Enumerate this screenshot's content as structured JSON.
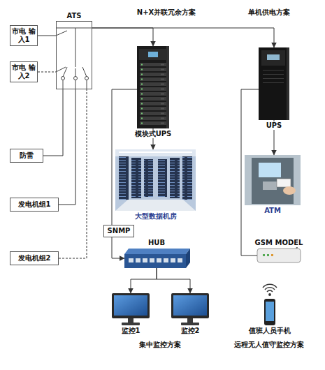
{
  "diagram": {
    "nodes": [
      {
        "text": [
          "ATS"
        ]
      },
      {
        "text": [
          "市电 输入1"
        ]
      },
      {
        "text": [
          "市电 输入2"
        ]
      },
      {
        "text": [
          "防雷"
        ]
      },
      {
        "text": [
          "发电机组1"
        ]
      },
      {
        "text": [
          "发电机组2"
        ]
      },
      {
        "text": [
          "模块式UPS"
        ]
      },
      {
        "text": [
          "UPS"
        ]
      },
      {
        "text": [
          "大型数据机房"
        ]
      },
      {
        "text": [
          "ATM"
        ]
      },
      {
        "text": [
          "SNMP"
        ]
      },
      {
        "text": [
          "HUB"
        ]
      },
      {
        "text": [
          "GSM MODEL"
        ]
      },
      {
        "text": [
          "监控1"
        ]
      },
      {
        "text": [
          "监控2"
        ]
      },
      {
        "text": [
          "值班人员手机"
        ]
      }
    ],
    "edges": [
      {
        "from": 1,
        "to": 0,
        "arrow": "none"
      },
      {
        "from": 2,
        "to": 0,
        "arrow": "none"
      },
      {
        "from": 3,
        "to": 0,
        "arrow": "none"
      },
      {
        "from": 4,
        "to": 0,
        "arrow": "none"
      },
      {
        "from": 5,
        "to": 0,
        "arrow": "none"
      },
      {
        "from": 0,
        "to": 6,
        "arrow": "to"
      },
      {
        "from": 0,
        "to": 7,
        "arrow": "to"
      },
      {
        "from": 6,
        "to": 8,
        "arrow": "to"
      },
      {
        "from": 7,
        "to": 9,
        "arrow": "to"
      },
      {
        "from": 6,
        "to": 10,
        "arrow": "none"
      },
      {
        "from": 10,
        "to": 11,
        "arrow": "to"
      },
      {
        "from": 7,
        "to": 12,
        "arrow": "none"
      },
      {
        "from": 11,
        "to": 13,
        "arrow": "to"
      },
      {
        "from": 11,
        "to": 14,
        "arrow": "to"
      }
    ],
    "labels": [
      "N+X并联冗余方案",
      "单机供电方案",
      "集中监控方案",
      "远程无人值守监控方案"
    ]
  }
}
